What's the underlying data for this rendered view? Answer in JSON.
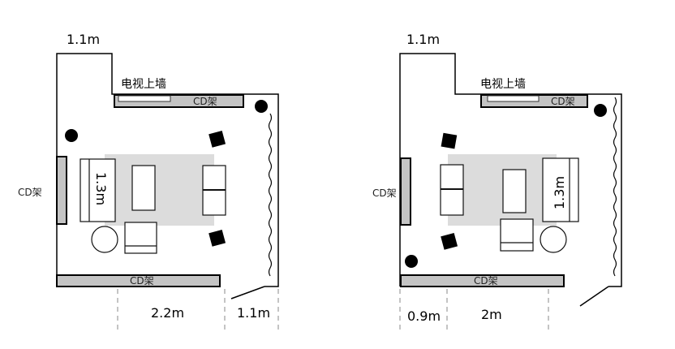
{
  "plans": [
    {
      "name": "plan-a",
      "top_width": "1.1m",
      "tv_wall": "电视上墙",
      "top_shelf": "CD架",
      "side_shelf": "CD架",
      "bottom_shelf": "CD架",
      "sofa_length": "1.3m",
      "dim_main": "2.2m",
      "dim_door": "1.1m"
    },
    {
      "name": "plan-b",
      "top_width": "1.1m",
      "tv_wall": "电视上墙",
      "top_shelf": "CD架",
      "side_shelf": "CD架",
      "bottom_shelf": "CD架",
      "sofa_length": "1.3m",
      "dim_left": "0.9m",
      "dim_main": "2m"
    }
  ]
}
